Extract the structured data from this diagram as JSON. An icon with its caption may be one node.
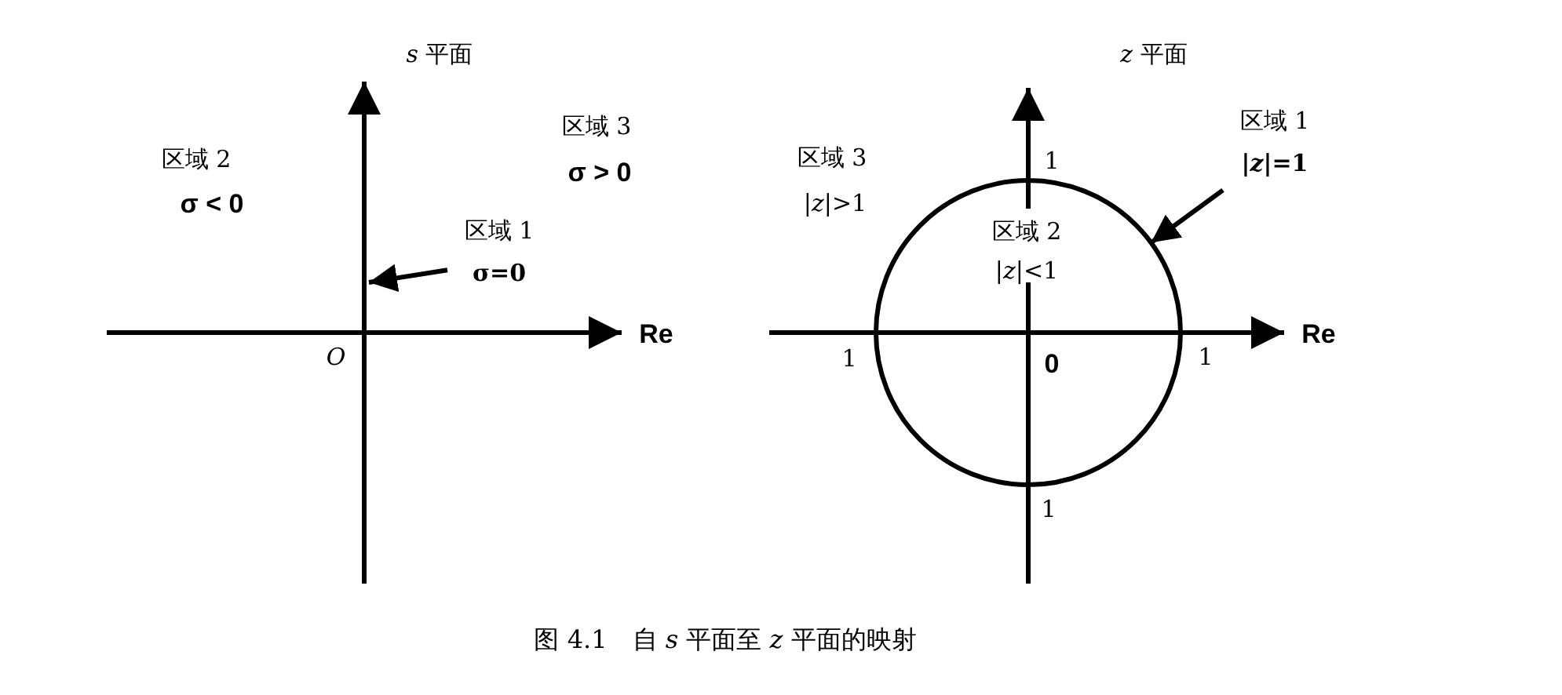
{
  "diagram": {
    "caption": "图 4.1　自 *s* 平面至 *z* 平面的映射",
    "nodes": [
      {
        "text": [
          "区域 1",
          "σ=0"
        ]
      },
      {
        "text": [],
        "shape": "circle"
      },
      {
        "text": [
          "区域 1",
          "|*z*|=1"
        ]
      }
    ],
    "edges": [
      {
        "from": 0,
        "to": null,
        "arrow": "to"
      },
      {
        "from": 2,
        "to": 1,
        "arrow": "to"
      }
    ],
    "labels": [
      "*s* 平面",
      "区域 2",
      "σ < 0",
      "区域 3",
      "σ > 0",
      "Re",
      "*O*",
      "*z* 平面",
      "区域 3",
      "|*z*|>1",
      "1",
      "区域 2",
      "|*z*|<1",
      "1",
      "Re",
      "1",
      "0",
      "1"
    ]
  }
}
